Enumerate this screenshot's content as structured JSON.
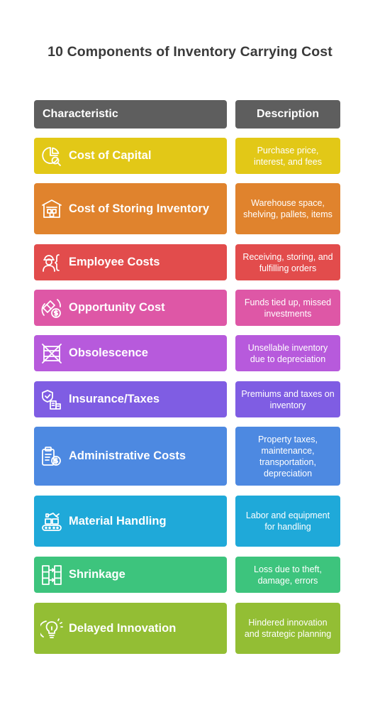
{
  "title": "10 Components of Inventory Carrying Cost",
  "headers": {
    "characteristic": "Characteristic",
    "description": "Description"
  },
  "rows": [
    {
      "label": "Cost of Capital",
      "description": "Purchase price, interest, and fees",
      "color": "#E2C817",
      "icon": "pie-chart-search-icon"
    },
    {
      "label": "Cost of Storing Inventory",
      "description": "Warehouse space, shelving, pallets, items",
      "color": "#E0832D",
      "icon": "warehouse-icon"
    },
    {
      "label": "Employee Costs",
      "description": "Receiving, storing, and fulfilling orders",
      "color": "#E24C4C",
      "icon": "worker-icon"
    },
    {
      "label": "Opportunity Cost",
      "description": "Funds tied up, missed investments",
      "color": "#DE57A6",
      "icon": "money-cycle-icon"
    },
    {
      "label": "Obsolescence",
      "description": "Unsellable inventory due to depreciation",
      "color": "#B75ADC",
      "icon": "crossed-box-icon"
    },
    {
      "label": "Insurance/Taxes",
      "description": "Premiums and taxes on inventory",
      "color": "#7F5DE3",
      "icon": "shield-building-icon"
    },
    {
      "label": "Administrative Costs",
      "description": "Property taxes, maintenance, transportation, depreciation",
      "color": "#4D89E1",
      "icon": "clipboard-dollar-icon"
    },
    {
      "label": "Material Handling",
      "description": "Labor and equipment for handling",
      "color": "#1FA9D9",
      "icon": "conveyor-icon"
    },
    {
      "label": "Shrinkage",
      "description": "Loss due to theft, damage, errors",
      "color": "#3DC47D",
      "icon": "shelves-arrow-icon"
    },
    {
      "label": "Delayed Innovation",
      "description": "Hindered innovation and strategic planning",
      "color": "#93BE34",
      "icon": "lightbulb-icon"
    }
  ]
}
